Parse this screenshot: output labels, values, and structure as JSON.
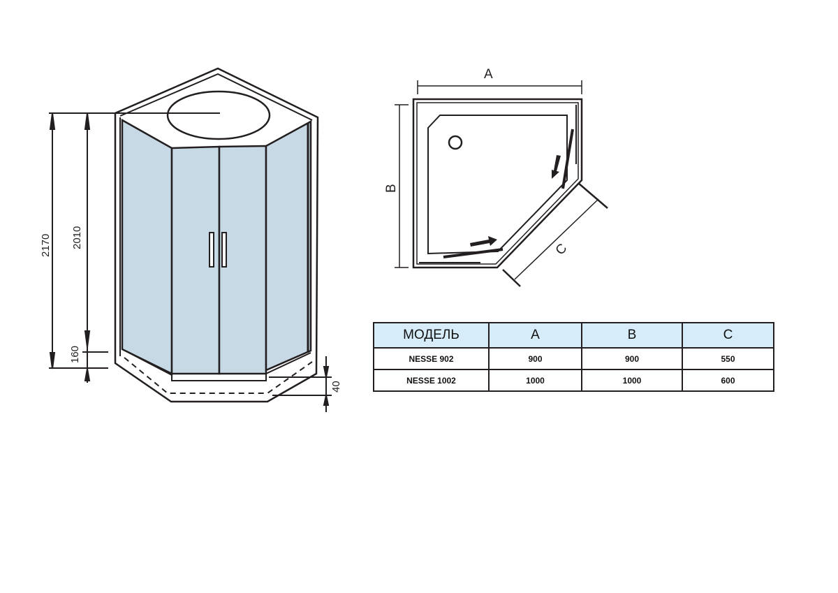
{
  "front_view": {
    "dimensions": {
      "total_height": "2170",
      "cabin_height": "2010",
      "tray_height": "160",
      "tray_offset": "40"
    },
    "glass_color": "#c6d9e4",
    "line_color": "#231f20"
  },
  "plan_view": {
    "labels": {
      "a": "A",
      "b": "B",
      "c": "C"
    }
  },
  "table": {
    "headers": [
      "МОДЕЛЬ",
      "A",
      "B",
      "C"
    ],
    "rows": [
      [
        "NESSE 902",
        "900",
        "900",
        "550"
      ],
      [
        "NESSE 1002",
        "1000",
        "1000",
        "600"
      ]
    ],
    "header_color": "#d6ecf8"
  }
}
